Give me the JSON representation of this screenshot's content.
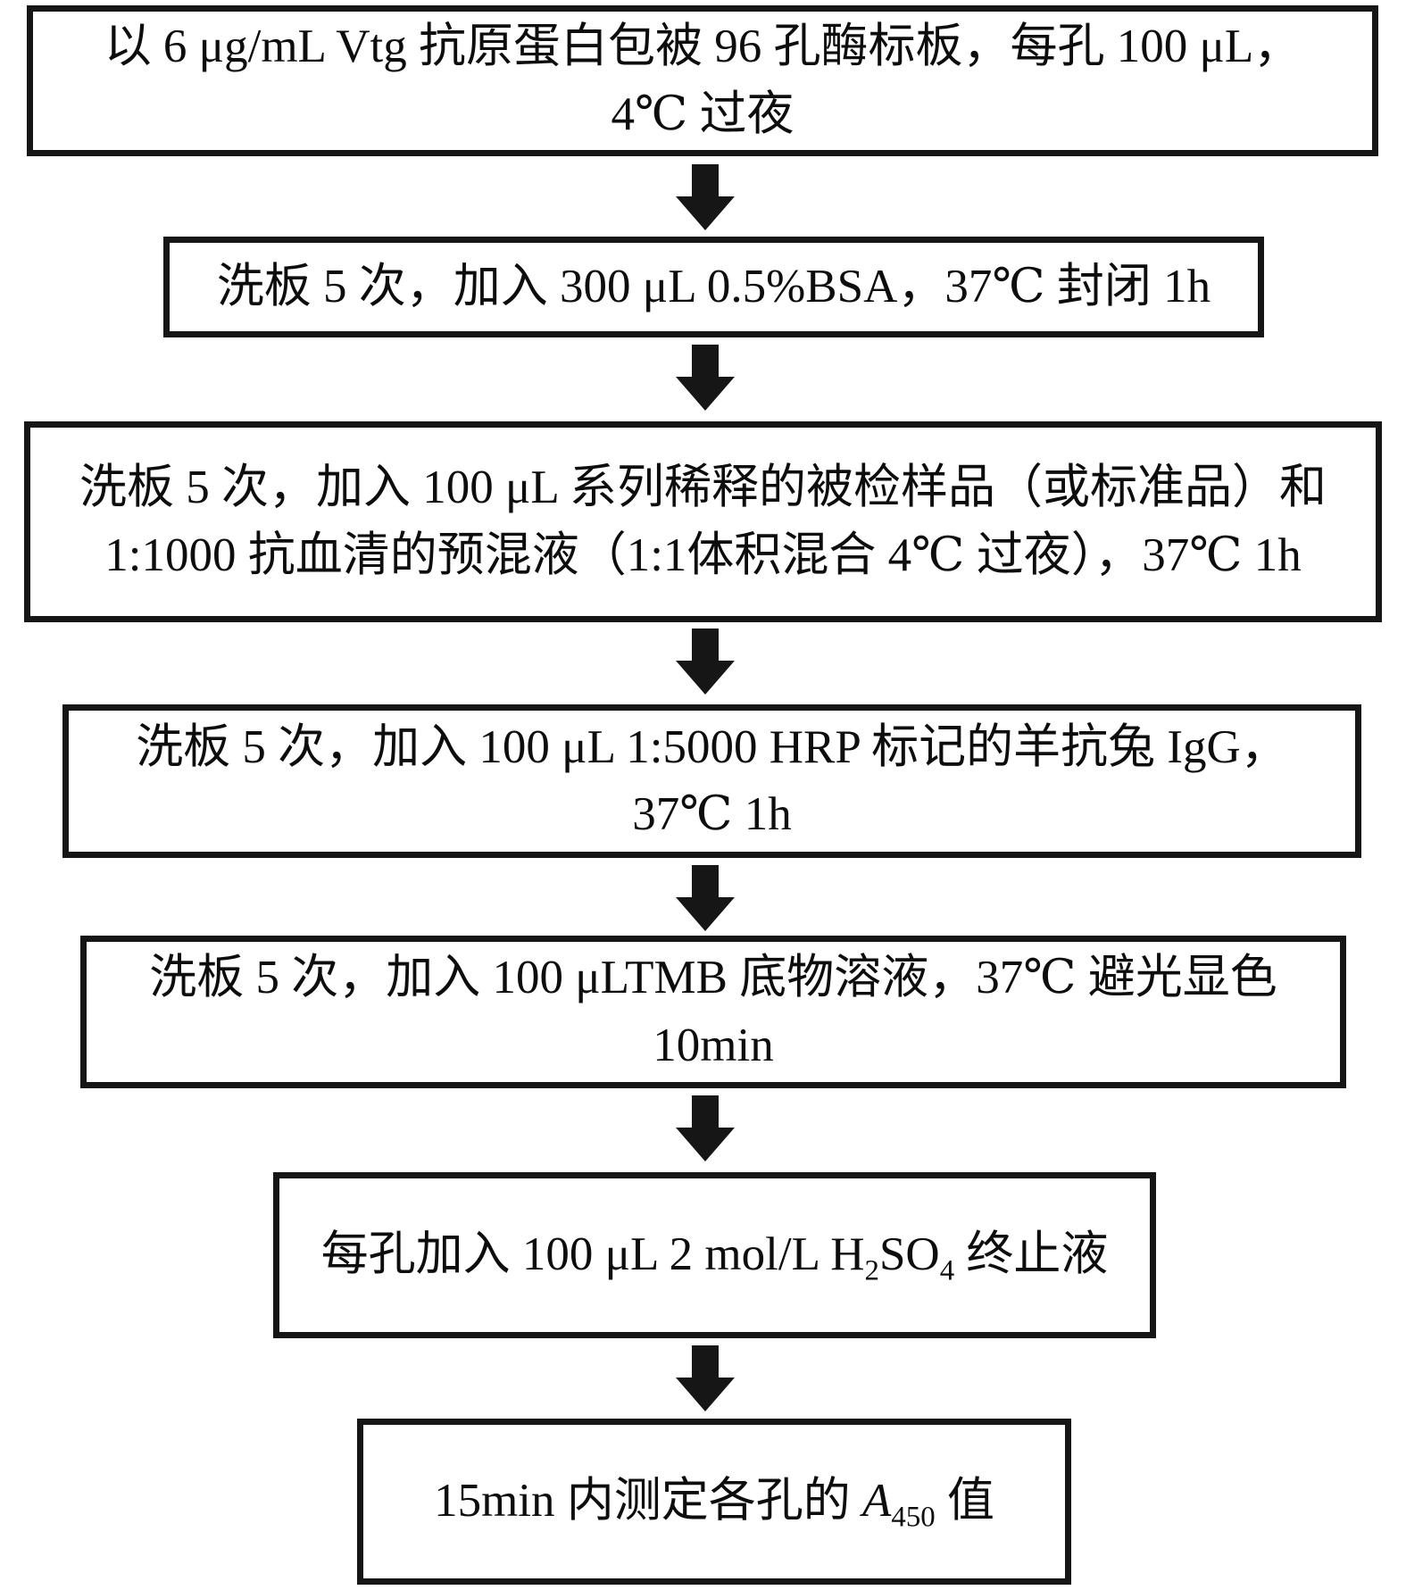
{
  "figure": {
    "type": "flowchart",
    "direction": "top-down",
    "background_color": "#ffffff",
    "box_border_color": "#161616",
    "text_color": "#0d0d0d",
    "arrow_color": "#161616",
    "icons": {
      "connector": "down-arrow"
    },
    "steps": [
      {
        "lines": [
          "以 6 μg/mL Vtg 抗原蛋白包被 96 孔酶标板，每孔 100 μL，",
          "4℃ 过夜"
        ]
      },
      {
        "lines": [
          "洗板 5 次，加入 300 μL 0.5%BSA，37℃ 封闭 1h"
        ]
      },
      {
        "lines": [
          "洗板 5 次，加入 100 μL 系列稀释的被检样品（或标准品）和",
          "1:1000 抗血清的预混液（1:1体积混合 4℃ 过夜），37℃ 1h"
        ]
      },
      {
        "lines": [
          "洗板 5 次，加入 100 μL 1:5000 HRP 标记的羊抗兔 IgG，",
          "37℃ 1h"
        ]
      },
      {
        "lines": [
          "洗板 5 次，加入 100 μLTMB 底物溶液，37℃ 避光显色",
          "10min"
        ]
      },
      {
        "rich": [
          {
            "text": "每孔加入 100 μL 2 mol/L H"
          },
          {
            "text": "2",
            "style": "sub"
          },
          {
            "text": "SO"
          },
          {
            "text": "4",
            "style": "sub"
          },
          {
            "text": " 终止液"
          }
        ]
      },
      {
        "rich": [
          {
            "text": "15min 内测定各孔的 "
          },
          {
            "text": "A",
            "style": "italic"
          },
          {
            "text": "450",
            "style": "sub"
          },
          {
            "text": " 值"
          }
        ]
      }
    ]
  }
}
